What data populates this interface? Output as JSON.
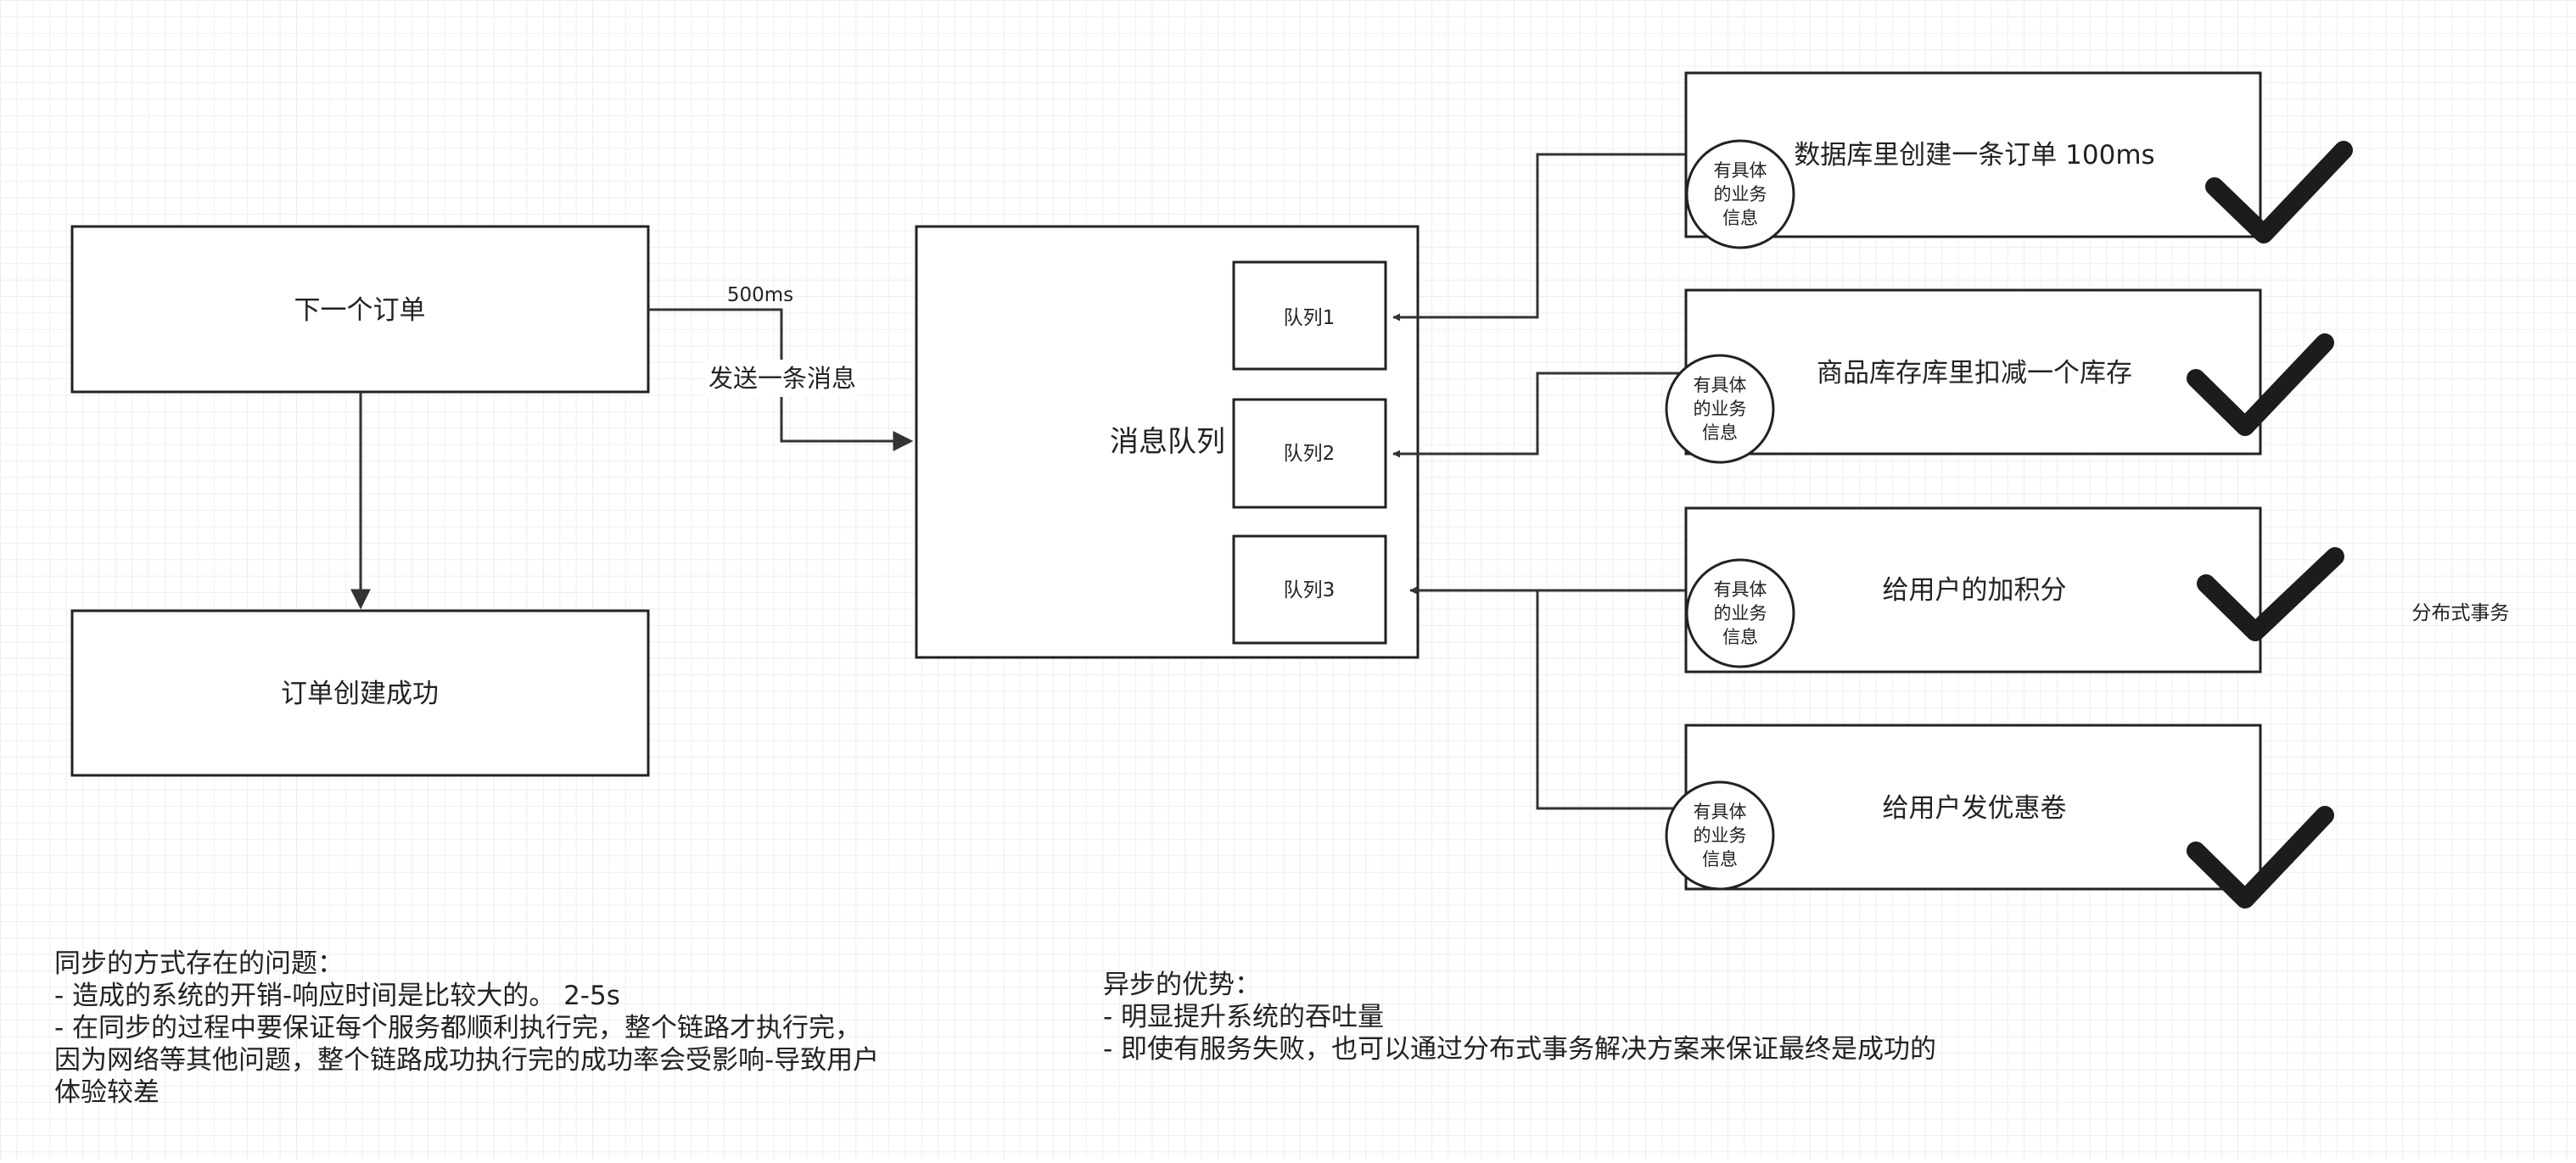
{
  "nodes": {
    "place_order": "下一个订单",
    "order_created": "订单创建成功",
    "mq": "消息队列",
    "queue1": "队列1",
    "queue2": "队列2",
    "queue3": "队列3",
    "db_order": "数据库里创建一条订单 100ms",
    "stock_reduce": "商品库存库里扣减一个库存",
    "user_points": "给用户的加积分",
    "user_coupon": "给用户发优惠卷"
  },
  "edge_labels": {
    "latency": "500ms",
    "send_message": "发送一条消息"
  },
  "badge_lines": [
    "有具体",
    "的业务",
    "信息"
  ],
  "side_label": "分布式事务",
  "sync_notes": [
    "同步的方式存在的问题：",
    "- 造成的系统的开销-响应时间是比较大的。 2-5s",
    "- 在同步的过程中要保证每个服务都顺利执行完，整个链路才执行完，",
    "因为网络等其他问题，整个链路成功执行完的成功率会受影响-导致用户",
    "体验较差"
  ],
  "async_notes": [
    "异步的优势：",
    "- 明显提升系统的吞吐量",
    "- 即使有服务失败，也可以通过分布式事务解决方案来保证最终是成功的"
  ]
}
